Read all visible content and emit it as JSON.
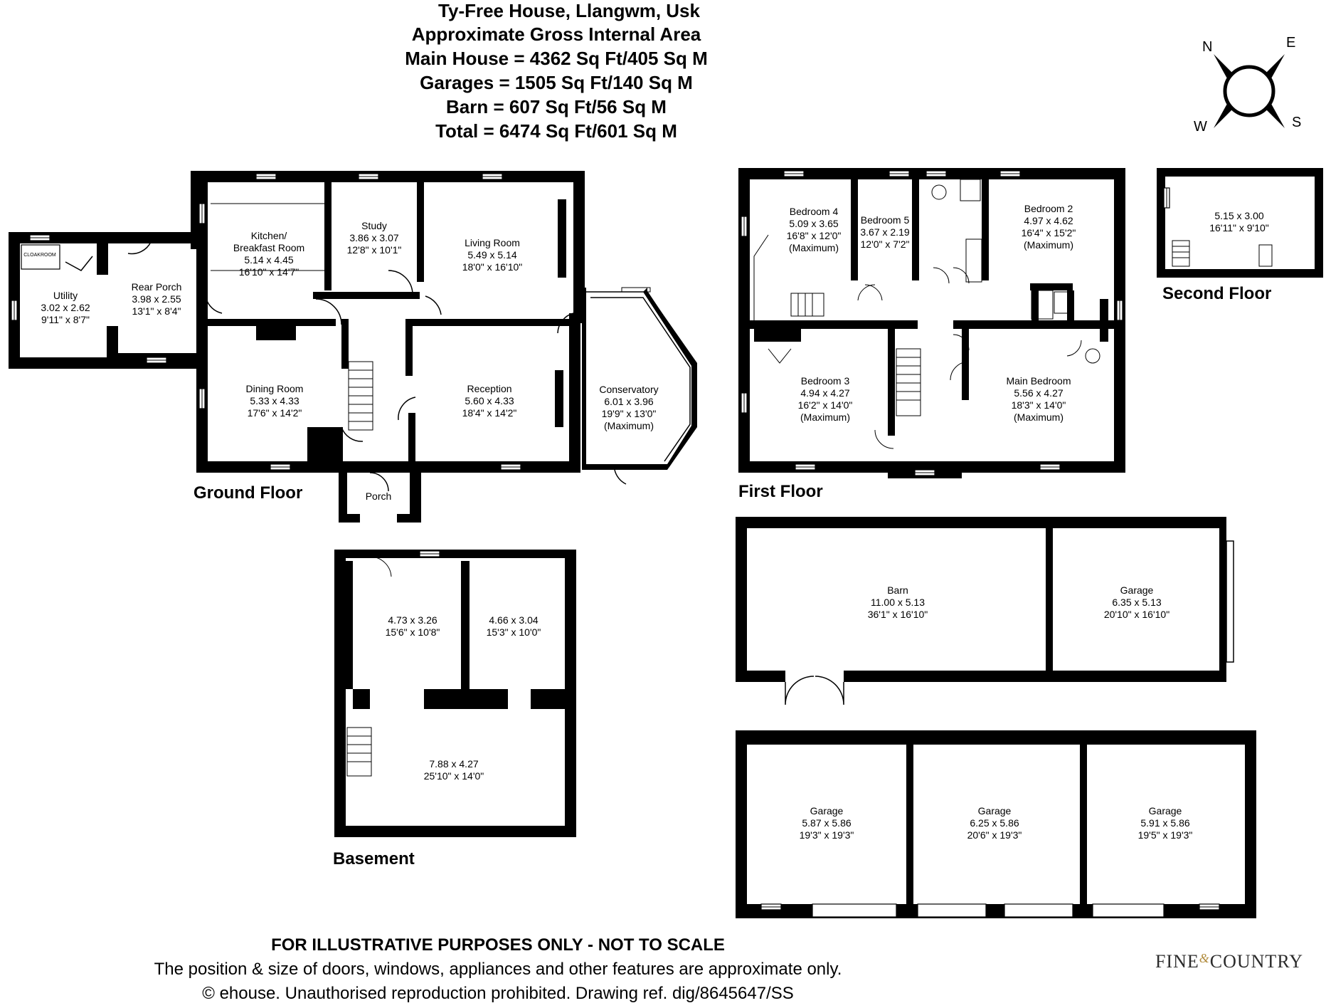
{
  "header": {
    "title": "Ty-Free House, Llangwm, Usk",
    "subtitle": "Approximate Gross Internal Area",
    "area_main": "Main House = 4362 Sq Ft/405 Sq M",
    "area_garages": "Garages = 1505 Sq Ft/140 Sq M",
    "area_barn": "Barn = 607 Sq Ft/56 Sq M",
    "area_total": "Total = 6474 Sq Ft/601 Sq M"
  },
  "compass": {
    "n": "N",
    "e": "E",
    "s": "S",
    "w": "W"
  },
  "floors": {
    "ground": "Ground Floor",
    "first": "First Floor",
    "second": "Second Floor",
    "basement": "Basement"
  },
  "rooms": {
    "cloakroom": "CLOAKROOM",
    "utility": [
      "Utility",
      "3.02 x 2.62",
      "9'11\" x 8'7\""
    ],
    "rear_porch": [
      "Rear Porch",
      "3.98 x 2.55",
      "13'1\" x 8'4\""
    ],
    "kitchen": [
      "Kitchen/",
      "Breakfast Room",
      "5.14 x 4.45",
      "16'10\" x 14'7\""
    ],
    "study": [
      "Study",
      "3.86 x 3.07",
      "12'8\" x 10'1\""
    ],
    "living": [
      "Living Room",
      "5.49 x 5.14",
      "18'0\" x 16'10\""
    ],
    "dining": [
      "Dining Room",
      "5.33 x 4.33",
      "17'6\" x 14'2\""
    ],
    "reception": [
      "Reception",
      "5.60 x 4.33",
      "18'4\" x 14'2\""
    ],
    "conservatory": [
      "Conservatory",
      "6.01 x 3.96",
      "19'9\" x 13'0\"",
      "(Maximum)"
    ],
    "porch": "Porch",
    "bedroom4": [
      "Bedroom 4",
      "5.09 x 3.65",
      "16'8\" x 12'0\"",
      "(Maximum)"
    ],
    "bedroom5": [
      "Bedroom 5",
      "3.67 x 2.19",
      "12'0\" x 7'2\""
    ],
    "bedroom2": [
      "Bedroom 2",
      "4.97 x 4.62",
      "16'4\" x 15'2\"",
      "(Maximum)"
    ],
    "bedroom3": [
      "Bedroom 3",
      "4.94 x 4.27",
      "16'2\" x 14'0\"",
      "(Maximum)"
    ],
    "main_bedroom": [
      "Main Bedroom",
      "5.56 x 4.27",
      "18'3\" x 14'0\"",
      "(Maximum)"
    ],
    "second_room": [
      "5.15 x 3.00",
      "16'11\" x 9'10\""
    ],
    "basement_left": [
      "4.73 x 3.26",
      "15'6\" x 10'8\""
    ],
    "basement_right": [
      "4.66 x 3.04",
      "15'3\" x 10'0\""
    ],
    "basement_main": [
      "7.88 x 4.27",
      "25'10\" x 14'0\""
    ],
    "barn": [
      "Barn",
      "11.00 x 5.13",
      "36'1\" x 16'10\""
    ],
    "barn_garage": [
      "Garage",
      "6.35 x 5.13",
      "20'10\" x 16'10\""
    ],
    "garage1": [
      "Garage",
      "5.87 x 5.86",
      "19'3\" x 19'3\""
    ],
    "garage2": [
      "Garage",
      "6.25 x 5.86",
      "20'6\" x 19'3\""
    ],
    "garage3": [
      "Garage",
      "5.91 x 5.86",
      "19'5\" x 19'3\""
    ]
  },
  "footer": {
    "disclaimer": "FOR ILLUSTRATIVE PURPOSES ONLY - NOT TO SCALE",
    "note": "The position & size of doors, windows, appliances and other features are approximate only.",
    "copyright": "© ehouse. Unauthorised reproduction prohibited. Drawing ref. dig/8645647/SS",
    "logo_left": "FINE",
    "logo_amp": "&",
    "logo_right": "COUNTRY"
  }
}
